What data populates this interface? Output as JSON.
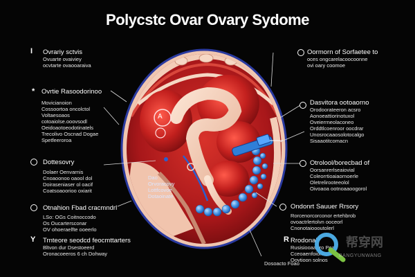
{
  "title": "Polycstc Ovar Ovary Sydome",
  "left_annotations": [
    {
      "marker": "I",
      "head": "Ovrariy sctvis",
      "lines": [
        "Ovuarte ovaiviey",
        "ocvtarte ovaooaraiva"
      ]
    },
    {
      "marker": "*",
      "head": "Ovrtie Rasoodorinoo",
      "lines": [
        "Movicianoion",
        "Cossoortoa oncolctol",
        "Voltaesoaos",
        "cotoaiolse.ooovsodl",
        "Oeidoaotoeodotinatels",
        "Trecolivo Oscnad Dogae",
        "Spetfeeroroa"
      ]
    },
    {
      "marker": "O",
      "head": "Dottesovry",
      "lines": [
        "Dolaer Oenvarnis",
        "Cnoaoonoo oaool dol",
        "Doiraseniaser ol oacif",
        "Coatsoaoorioo oxiarit"
      ]
    },
    {
      "marker": "O",
      "head": "Otnahion Fbad cracmndrl",
      "lines": [
        "LSo: OGs Coitnoccodo",
        "Os Oucartersconar",
        "OV ohoeraelfte ooeerlo"
      ]
    },
    {
      "marker": "Y",
      "head": "Trnteore seodcd feocmttarters",
      "lines": [
        "Bltvon dur Dsestoeerd",
        "Oronacoeeros 6 ch Dohway"
      ]
    }
  ],
  "right_annotations": [
    {
      "marker": "O",
      "head": "Oormorn of Sorfaetee to",
      "lines": [
        "oces ongcarelacoocoonne",
        "ovi oary coomoe"
      ]
    },
    {
      "marker": "O",
      "head": "Dasvitora ootoaorno",
      "lines": [
        "Orodoorateeron acsro",
        "Aonoeattiorinotuxol",
        "Oveierrneolaconeo",
        "Orddtlcoenroor oocdrar",
        "Unosrocaaosolotocalgo",
        "Sisaaotitcomacn"
      ]
    },
    {
      "marker": "O",
      "head": "Otrolool/borecbad of",
      "lines": [
        "Oorsanrerlseaiovial",
        "Coleorrtioaiaornoerle",
        "Oletrelirooteeolol",
        "Oivoaoa ootnoaaoogorol"
      ]
    },
    {
      "marker": "O",
      "head": "Ondonrt Sauuer Rrsory",
      "lines": [
        "Rorcenorcorconor ertehbrob",
        "ovoactrlertolvn ooceorl",
        "Cnonotaioooutolerl"
      ]
    },
    {
      "marker": "R",
      "head": "Rrodonal",
      "lines": [
        "Rusisiooaatrro Peae",
        "Cceoaenfoiono",
        "Oovtioon solnos"
      ]
    }
  ],
  "center_labels": {
    "left_cyst": "A",
    "inner_lines": [
      "Dao",
      "Orvoracovy",
      "Lottfcovoe",
      "Dotaoinate"
    ]
  },
  "bottom_label": "Dosoacto Foao",
  "watermark": {
    "cn": "帮穿网",
    "en": "BANGYUNWANG"
  },
  "colors": {
    "background": "#050505",
    "uterus_outer": "#f2c2ab",
    "uterus_red": "#b81f1f",
    "deep_red": "#7a0d0d",
    "follicle_blue": "#3f8fe0",
    "frame_blue": "#2a3aa0"
  }
}
